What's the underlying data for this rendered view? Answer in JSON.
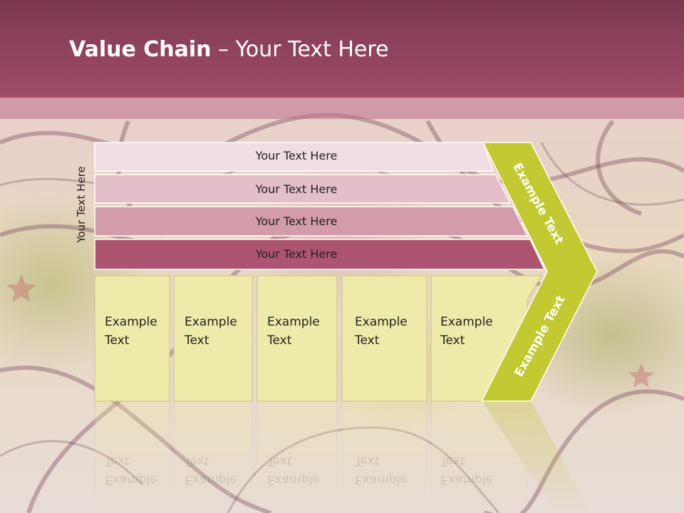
{
  "title": {
    "bold": "Value Chain",
    "rest": " – Your Text Here"
  },
  "side_label": "Your Text Here",
  "rows": [
    {
      "label": "Your Text Here"
    },
    {
      "label": "Your Text Here"
    },
    {
      "label": "Your Text Here"
    },
    {
      "label": "Your Text Here"
    }
  ],
  "cells": [
    {
      "line1": "Example",
      "line2": "Text"
    },
    {
      "line1": "Example",
      "line2": "Text"
    },
    {
      "line1": "Example",
      "line2": "Text"
    },
    {
      "line1": "Example",
      "line2": "Text"
    },
    {
      "line1": "Example",
      "line2": "Text"
    }
  ],
  "chevron": {
    "upper_label": "Example Text",
    "lower_label": "Example Text"
  },
  "colors": {
    "title_bar": "#9c4a66",
    "row1": "#f0dde3",
    "row2": "#e4bfc9",
    "row3": "#d49cab",
    "row4": "#ad5471",
    "cell": "#eeeaaa",
    "chevron": "#c3c930"
  }
}
